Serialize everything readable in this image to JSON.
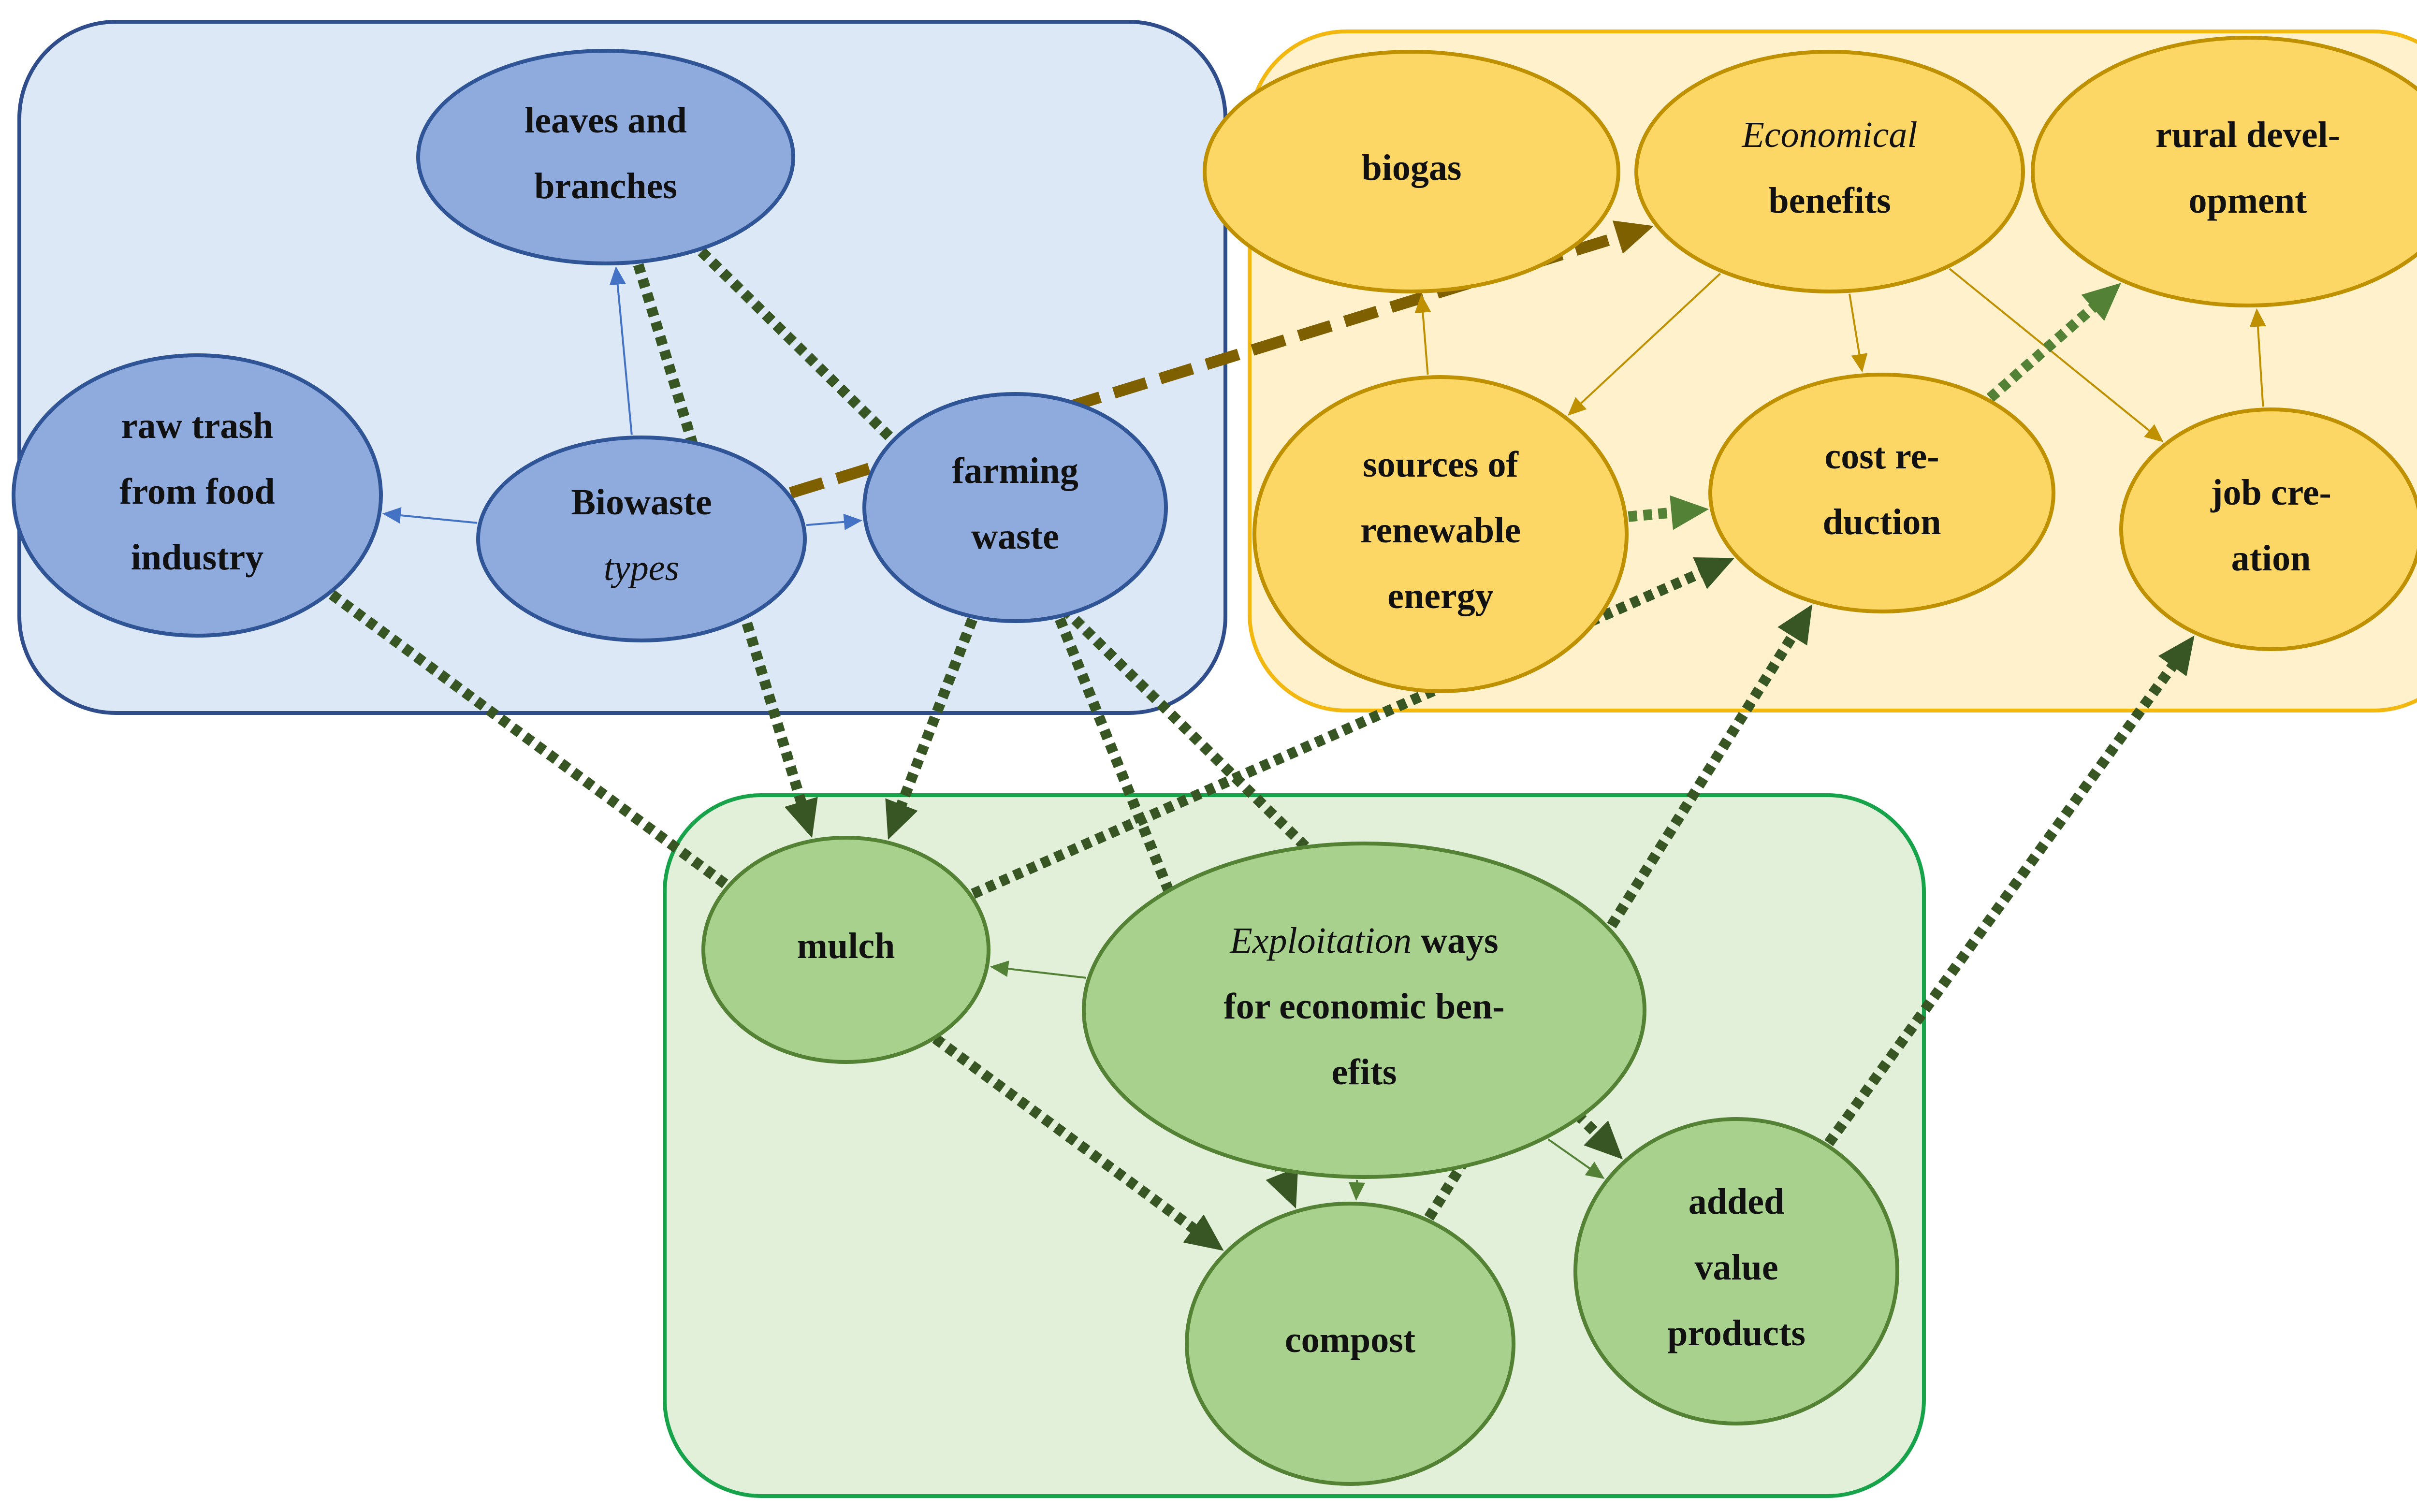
{
  "colors": {
    "blue_fill": "#dce8f6",
    "blue_stroke": "#2e4d8a",
    "blue_node": "#8faadc",
    "blue_node_stroke": "#2f5597",
    "blue_arrow": "#4472c4",
    "yellow_fill": "#fff1cc",
    "yellow_stroke": "#f2b810",
    "yellow_node": "#fcd766",
    "yellow_node_stroke": "#bf9000",
    "yellow_arrow": "#bf9000",
    "green_fill": "#e2efd9",
    "green_stroke": "#17a34a",
    "green_node": "#a9d18e",
    "green_node_stroke": "#548235",
    "dark_green": "#375623",
    "mid_green": "#538135",
    "brown": "#7f6000"
  },
  "groups": {
    "biowaste": {
      "name": "biowaste-group"
    },
    "benefits": {
      "name": "economic-benefits-group"
    },
    "exploitation": {
      "name": "exploitation-group"
    }
  },
  "nodes": {
    "leaves": {
      "lines": [
        [
          {
            "t": "leaves and"
          }
        ],
        [
          {
            "t": "branches"
          }
        ]
      ]
    },
    "raw_trash": {
      "lines": [
        [
          {
            "t": "raw trash"
          }
        ],
        [
          {
            "t": "from food"
          }
        ],
        [
          {
            "t": "industry"
          }
        ]
      ]
    },
    "biowaste_types": {
      "lines": [
        [
          {
            "t": "Biowaste"
          }
        ],
        [
          {
            "t": "types",
            "i": true
          }
        ]
      ]
    },
    "farming_waste": {
      "lines": [
        [
          {
            "t": "farming"
          }
        ],
        [
          {
            "t": "waste"
          }
        ]
      ]
    },
    "biogas": {
      "lines": [
        [
          {
            "t": "biogas"
          }
        ]
      ]
    },
    "economical_benefits": {
      "lines": [
        [
          {
            "t": "Economical",
            "i": true
          }
        ],
        [
          {
            "t": "benefits"
          }
        ]
      ]
    },
    "rural_development": {
      "lines": [
        [
          {
            "t": "rural devel-"
          }
        ],
        [
          {
            "t": "opment"
          }
        ]
      ]
    },
    "sources_renewable": {
      "lines": [
        [
          {
            "t": "sources of"
          }
        ],
        [
          {
            "t": "renewable"
          }
        ],
        [
          {
            "t": "energy"
          }
        ]
      ]
    },
    "cost_reduction": {
      "lines": [
        [
          {
            "t": "cost re-"
          }
        ],
        [
          {
            "t": "duction"
          }
        ]
      ]
    },
    "job_creation": {
      "lines": [
        [
          {
            "t": "job cre-"
          }
        ],
        [
          {
            "t": "ation"
          }
        ]
      ]
    },
    "mulch": {
      "lines": [
        [
          {
            "t": "mulch"
          }
        ]
      ]
    },
    "exploitation_ways": {
      "lines": [
        [
          {
            "t": "Exploitation",
            "i": true
          },
          {
            "t": " ways"
          }
        ],
        [
          {
            "t": "for economic ben-"
          }
        ],
        [
          {
            "t": "efits"
          }
        ]
      ]
    },
    "compost": {
      "lines": [
        [
          {
            "t": "compost"
          }
        ]
      ]
    },
    "added_value": {
      "lines": [
        [
          {
            "t": "added"
          }
        ],
        [
          {
            "t": "value"
          }
        ],
        [
          {
            "t": "products"
          }
        ]
      ]
    }
  },
  "edges": [
    {
      "name": "arrow-biowaste-to-leaves",
      "from": "biowaste_types",
      "to": "leaves",
      "style": "thin-blue"
    },
    {
      "name": "arrow-biowaste-to-raw-trash",
      "from": "biowaste_types",
      "to": "raw_trash",
      "style": "thin-blue"
    },
    {
      "name": "arrow-biowaste-to-farming",
      "from": "biowaste_types",
      "to": "farming_waste",
      "style": "thin-blue"
    },
    {
      "name": "arrow-biowaste-to-economical-benefits",
      "from": "biowaste_types",
      "to": "economical_benefits",
      "style": "dashed-brown"
    },
    {
      "name": "arrow-sources-to-biogas",
      "from": "sources_renewable",
      "to": "biogas",
      "style": "thin-gold"
    },
    {
      "name": "arrow-benefits-to-sources",
      "from": "economical_benefits",
      "to": "sources_renewable",
      "style": "thin-gold"
    },
    {
      "name": "arrow-benefits-to-cost",
      "from": "economical_benefits",
      "to": "cost_reduction",
      "style": "thin-gold"
    },
    {
      "name": "arrow-benefits-to-job",
      "from": "economical_benefits",
      "to": "job_creation",
      "style": "thin-gold"
    },
    {
      "name": "arrow-job-to-rural",
      "from": "job_creation",
      "to": "rural_development",
      "style": "thin-gold"
    },
    {
      "name": "arrow-sources-to-cost",
      "from": "sources_renewable",
      "to": "cost_reduction",
      "style": "dotted-mid"
    },
    {
      "name": "arrow-cost-to-rural",
      "from": "cost_reduction",
      "to": "rural_development",
      "style": "dotted-mid"
    },
    {
      "name": "arrow-leaves-to-mulch",
      "from": "leaves",
      "to": "mulch",
      "style": "dotted-dark"
    },
    {
      "name": "arrow-leaves-to-added-value",
      "from": "leaves",
      "to": "added_value",
      "style": "dotted-dark"
    },
    {
      "name": "arrow-farming-to-mulch",
      "from": "farming_waste",
      "to": "mulch",
      "style": "dotted-dark"
    },
    {
      "name": "arrow-farming-to-compost",
      "from": "farming_waste",
      "to": "compost",
      "style": "dotted-dark"
    },
    {
      "name": "arrow-raw-trash-to-compost",
      "from": "raw_trash",
      "to": "compost",
      "style": "dotted-dark"
    },
    {
      "name": "arrow-mulch-to-cost",
      "from": "mulch",
      "to": "cost_reduction",
      "style": "dotted-dark"
    },
    {
      "name": "arrow-compost-to-cost",
      "from": "compost",
      "to": "cost_reduction",
      "style": "dotted-dark"
    },
    {
      "name": "arrow-added-value-to-job",
      "from": "added_value",
      "to": "job_creation",
      "style": "dotted-dark"
    },
    {
      "name": "arrow-exploitation-to-mulch",
      "from": "exploitation_ways",
      "to": "mulch",
      "style": "thin-green"
    },
    {
      "name": "arrow-exploitation-to-compost",
      "from": "exploitation_ways",
      "to": "compost",
      "style": "thin-green"
    },
    {
      "name": "arrow-exploitation-to-added-value",
      "from": "exploitation_ways",
      "to": "added_value",
      "style": "thin-green"
    }
  ]
}
